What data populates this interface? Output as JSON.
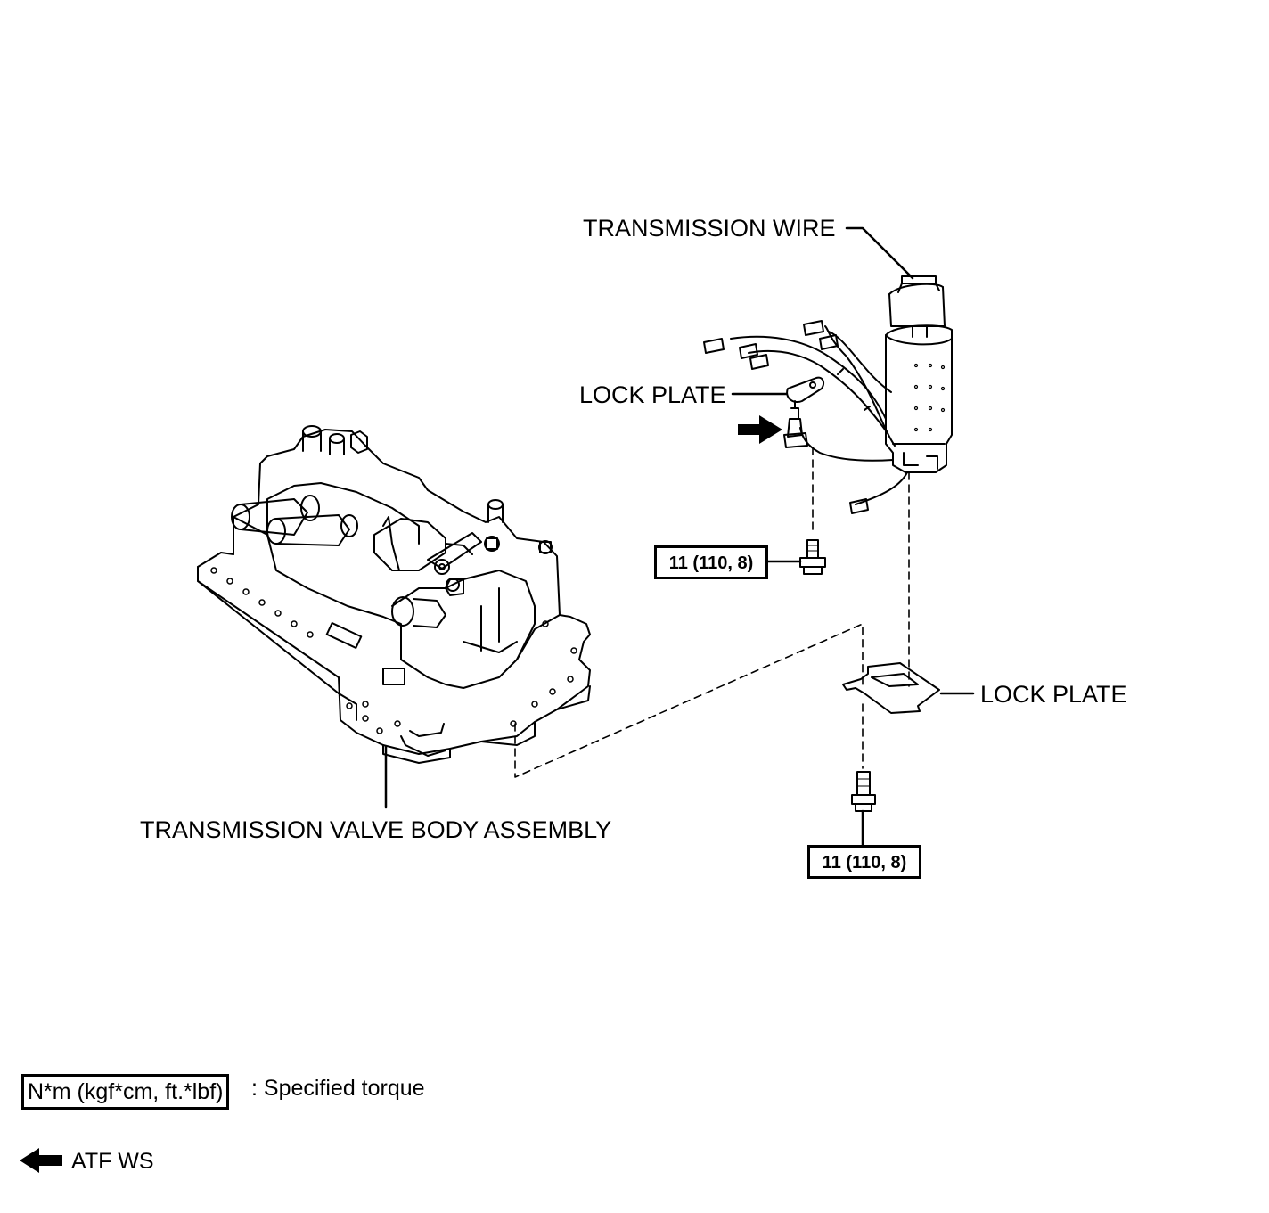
{
  "labels": {
    "transmission_wire": "TRANSMISSION WIRE",
    "lock_plate_upper": "LOCK PLATE",
    "lock_plate_lower": "LOCK PLATE",
    "valve_body": "TRANSMISSION VALVE BODY ASSEMBLY"
  },
  "torque": {
    "upper": "11 (110, 8)",
    "lower": "11 (110, 8)"
  },
  "legend": {
    "torque_units": "N*m (kgf*cm, ft.*lbf)",
    "torque_desc": ": Specified torque",
    "atf_label": "ATF WS"
  },
  "icons": {
    "arrow": "left-arrow-icon"
  }
}
